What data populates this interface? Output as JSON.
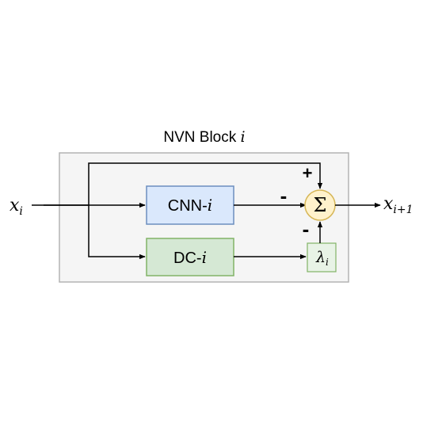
{
  "title": {
    "text": "NVN Block ",
    "var": "i"
  },
  "input": {
    "base": "x",
    "sub": "i"
  },
  "output": {
    "base": "x",
    "sub": "i+1"
  },
  "cnn_block": {
    "text": "CNN-",
    "var": "i",
    "fill": "#dae8fc",
    "stroke": "#6c8ebf"
  },
  "dc_block": {
    "text": "DC-",
    "var": "i",
    "fill": "#d5e8d4",
    "stroke": "#82b366"
  },
  "lambda_block": {
    "base": "λ",
    "sub": "i",
    "fill": "#e8f3e6",
    "stroke": "#82b366"
  },
  "sum_node": {
    "symbol": "Σ",
    "fill": "#fff2cc",
    "stroke": "#d6b656"
  },
  "signs": {
    "top": "+",
    "left": "-",
    "bottom": "-"
  },
  "container": {
    "fill": "#f5f5f5",
    "stroke": "#b3b3b3"
  }
}
